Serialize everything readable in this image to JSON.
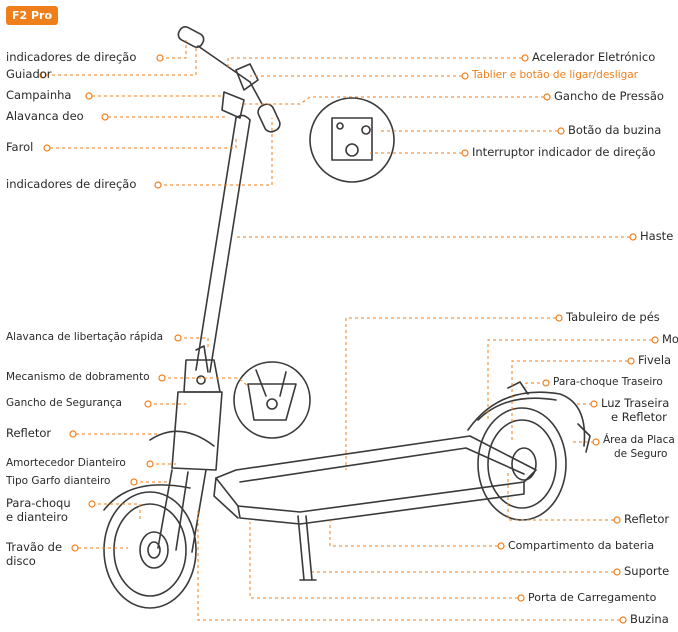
{
  "badge": "F2 Pro",
  "accent_color": "#f07f1b",
  "left_labels": [
    {
      "key": "indicadores_direcao_top",
      "text": "indicadores de direção"
    },
    {
      "key": "guiador",
      "text": "Guiador"
    },
    {
      "key": "campainha",
      "text": "Campainha"
    },
    {
      "key": "alavanca_deo",
      "text": "Alavanca deo"
    },
    {
      "key": "farol",
      "text": "Farol"
    },
    {
      "key": "indicadores_direcao_mid",
      "text": "indicadores de direção"
    },
    {
      "key": "alavanca_libertacao",
      "text": "Alavanca de libertação rápida"
    },
    {
      "key": "mecanismo_dobramento",
      "text": "Mecanismo de dobramento"
    },
    {
      "key": "gancho_seguranca",
      "text": "Gancho de Segurança"
    },
    {
      "key": "refletor_frente",
      "text": "Refletor"
    },
    {
      "key": "amortecedor",
      "text": "Amortecedor Dianteiro"
    },
    {
      "key": "tipo_garfo",
      "text": "Tipo Garfo dianteiro"
    },
    {
      "key": "para_choque_diant_1",
      "text": "Para-choqu"
    },
    {
      "key": "para_choque_diant_2",
      "text": "e dianteiro"
    },
    {
      "key": "travao_1",
      "text": "Travão de"
    },
    {
      "key": "travao_2",
      "text": "disco"
    }
  ],
  "right_labels": [
    {
      "key": "acelerador",
      "text": "Acelerador Eletrónico"
    },
    {
      "key": "tablier",
      "text": "Tablier e botão de ligar/desligar"
    },
    {
      "key": "gancho_pressao",
      "text": "Gancho de Pressão"
    },
    {
      "key": "botao_buzina",
      "text": "Botão da buzina"
    },
    {
      "key": "interruptor",
      "text": "Interruptor indicador de direção"
    },
    {
      "key": "haste",
      "text": "Haste"
    },
    {
      "key": "tabuleiro",
      "text": "Tabuleiro de pés"
    },
    {
      "key": "motor",
      "text": "Motor"
    },
    {
      "key": "fivela",
      "text": "Fivela"
    },
    {
      "key": "para_choque_traseiro",
      "text": "Para-choque Traseiro"
    },
    {
      "key": "luz_traseira_1",
      "text": "Luz Traseira"
    },
    {
      "key": "luz_traseira_2",
      "text": "e Refletor"
    },
    {
      "key": "area_placa_1",
      "text": "Área da Placa"
    },
    {
      "key": "area_placa_2",
      "text": "de Seguro"
    },
    {
      "key": "refletor_tras",
      "text": "Refletor"
    },
    {
      "key": "compartimento",
      "text": "Compartimento da bateria"
    },
    {
      "key": "suporte",
      "text": "Suporte"
    },
    {
      "key": "porta_carregamento",
      "text": "Porta de Carregamento"
    },
    {
      "key": "buzina",
      "text": "Buzina"
    }
  ]
}
